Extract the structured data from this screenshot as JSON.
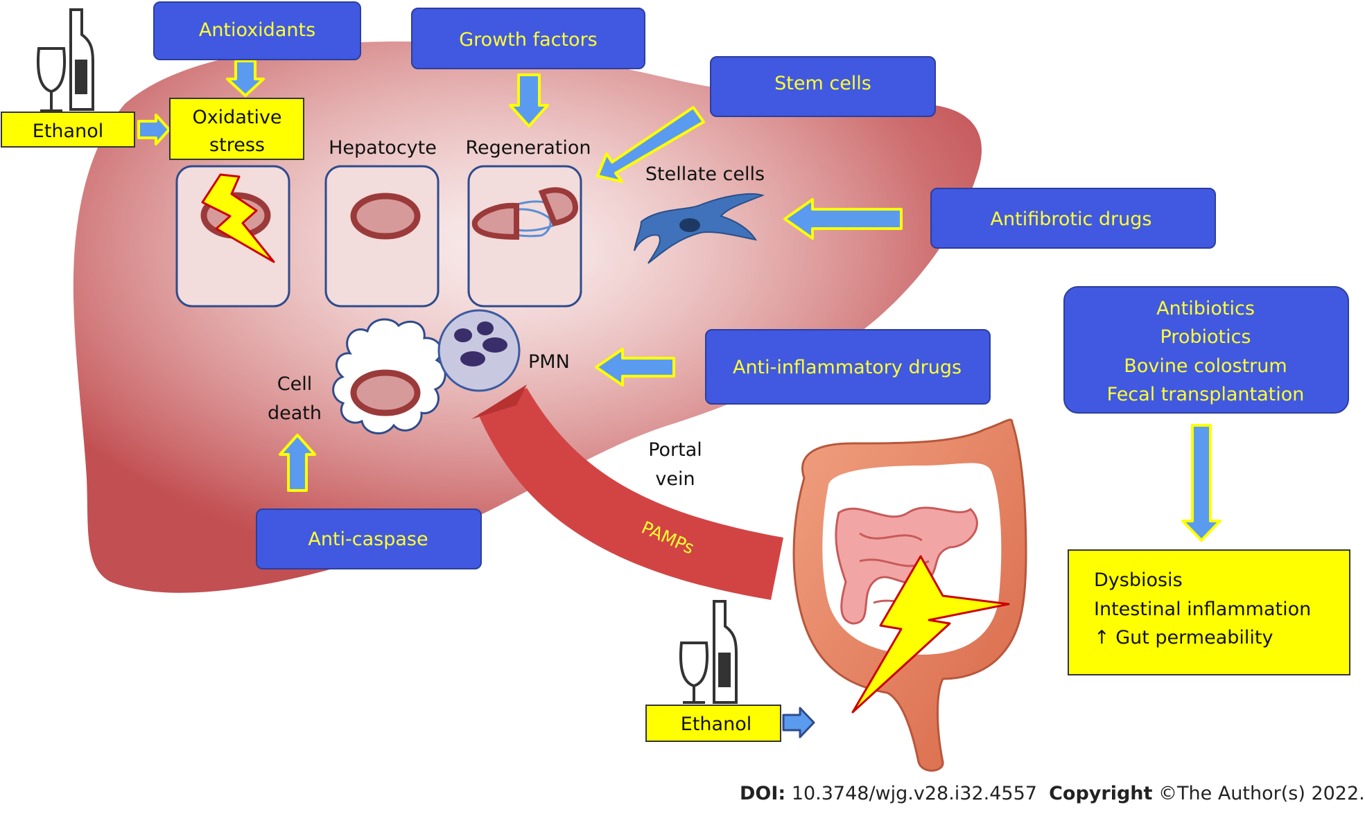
{
  "labels": {
    "ethanol_top": "Ethanol",
    "ethanol_bottom": "Ethanol",
    "oxidative_stress_line1": "Oxidative",
    "oxidative_stress_line2": "stress",
    "hepatocyte": "Hepatocyte",
    "regeneration": "Regeneration",
    "stellate_cells": "Stellate cells",
    "cell_death_line1": "Cell",
    "cell_death_line2": "death",
    "pmn": "PMN",
    "portal_vein_line1": "Portal",
    "portal_vein_line2": "vein",
    "pamps": "PAMPs"
  },
  "treatments": {
    "antioxidants": "Antioxidants",
    "growth_factors": "Growth factors",
    "stem_cells": "Stem cells",
    "antifibrotic_drugs": "Antifibrotic drugs",
    "anti_inflammatory_drugs": "Anti-inflammatory drugs",
    "anti_caspase": "Anti-caspase",
    "gut_therapies": [
      "Antibiotics",
      "Probiotics",
      "Bovine colostrum",
      "Fecal transplantation"
    ]
  },
  "gut_effects": [
    "Dysbiosis",
    "Intestinal inflammation",
    "↑ Gut permeability"
  ],
  "footer": {
    "doi_label": "DOI:",
    "doi_value": "10.3748/wjg.v28.i32.4557",
    "copyright_label": "Copyright",
    "copyright_value": "©The Author(s) 2022."
  },
  "colors": {
    "blue_box": "#4159e0",
    "yellow_text": "#ffff33",
    "yellow_box": "#ffff00",
    "arrow_blue": "#5b9bef",
    "liver": "#c8585a",
    "portal_vein": "#d04040",
    "colon": "#e07a60",
    "stellate": "#3d6fb8"
  }
}
